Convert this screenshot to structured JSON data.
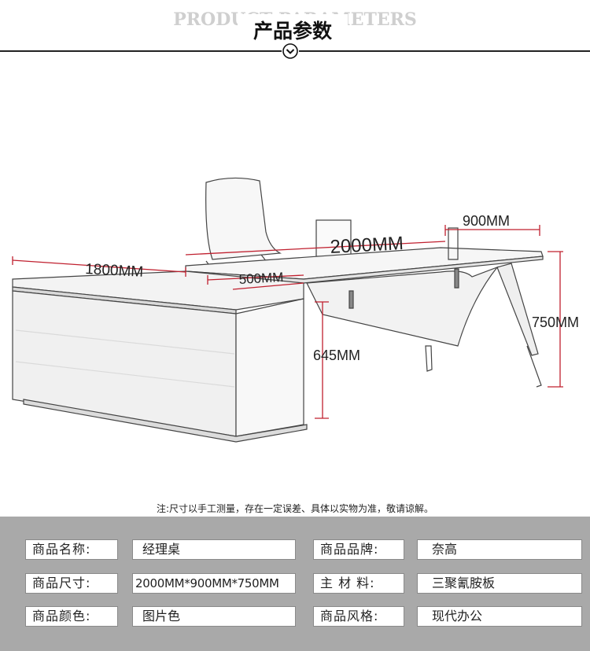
{
  "header": {
    "title_en": "PRODUCT PARAMETERS",
    "title_cn": "产品参数",
    "chevron_icon": "chevron-down-circle-icon"
  },
  "dimensions": {
    "width_left": "1800MM",
    "length_main": "2000MM",
    "depth_return": "500MM",
    "depth_main": "900MM",
    "height_main": "750MM",
    "height_cabinet": "645MM",
    "line_color": "#c0202f"
  },
  "note": "注:尺寸以手工测量，存在一定误差、具体以实物为准，敬请谅解。",
  "params": {
    "name_label": "商品名称:",
    "name_value": "经理桌",
    "brand_label": "商品品牌:",
    "brand_value": "奈高",
    "size_label": "商品尺寸:",
    "size_value": "2000MM*900MM*750MM",
    "material_label": "主 材 料:",
    "material_value": "三聚氰胺板",
    "color_label": "商品颜色:",
    "color_value": "图片色",
    "style_label": "商品风格:",
    "style_value": "现代办公"
  }
}
